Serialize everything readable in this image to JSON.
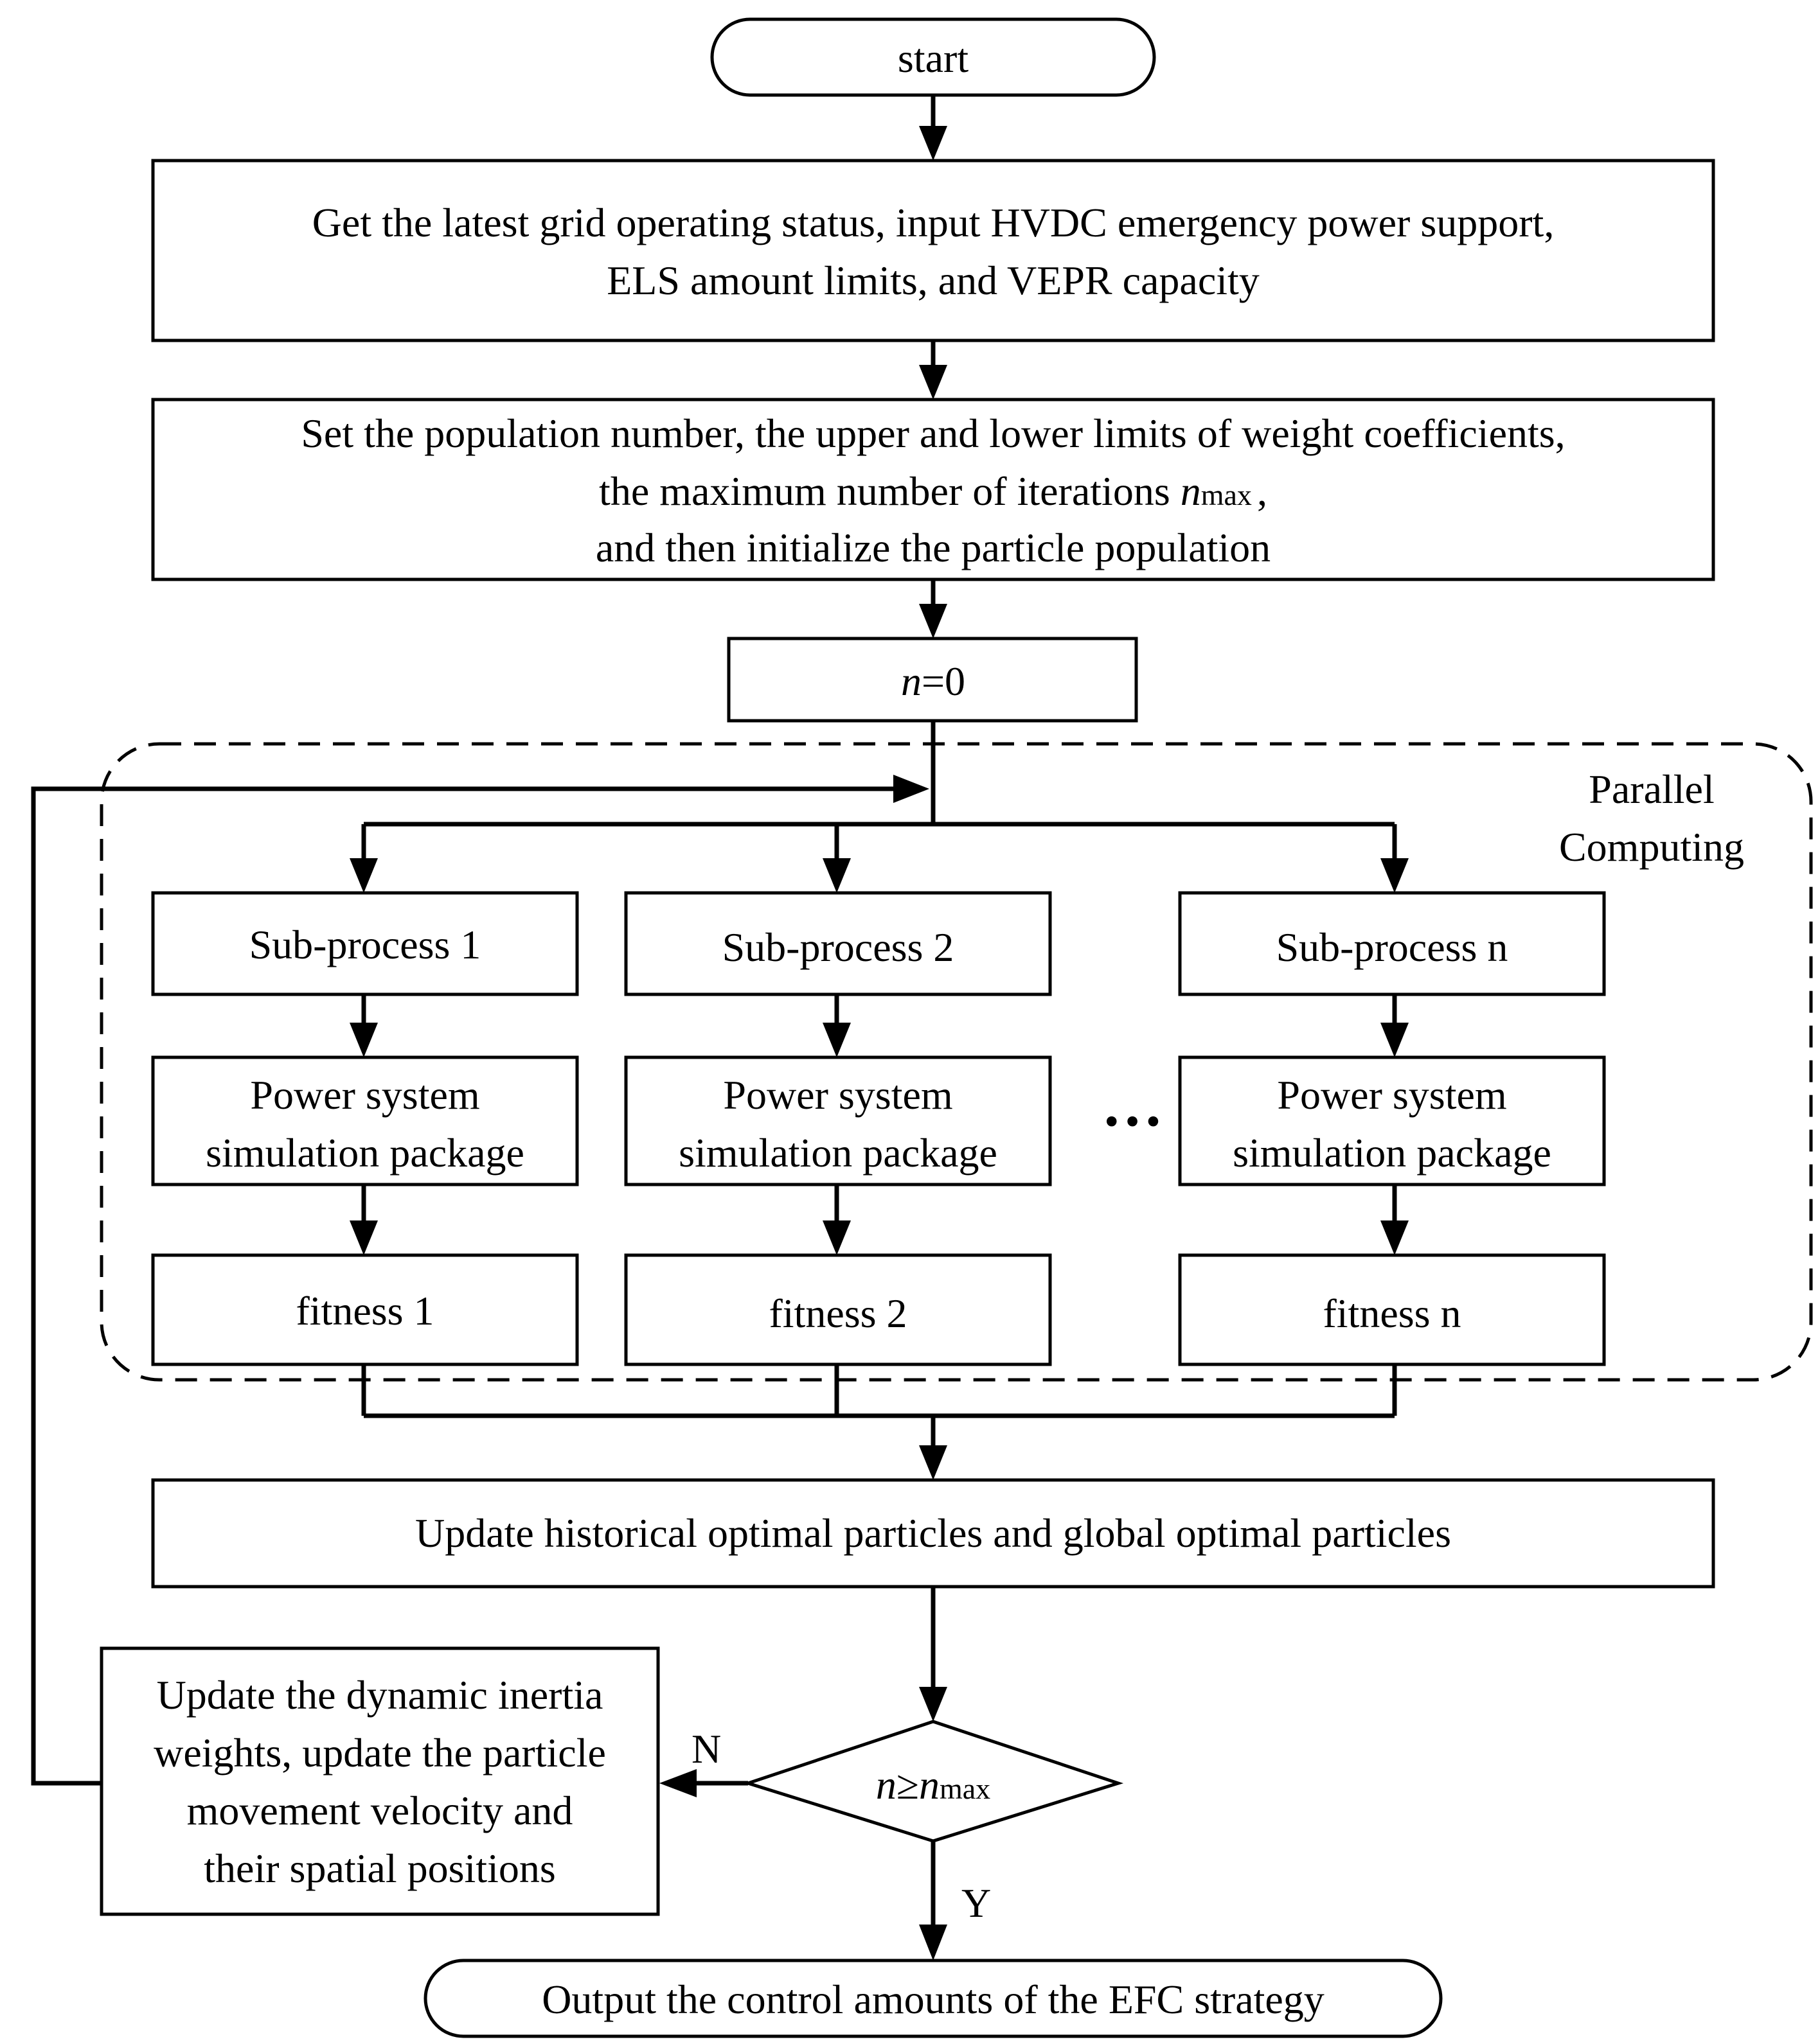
{
  "start": "start",
  "step_get_status": {
    "line1": "Get the latest grid operating status, input HVDC emergency power support,",
    "line2": "ELS amount limits, and VEPR capacity"
  },
  "step_set_params": {
    "line1": "Set the population number, the upper and lower limits of weight coefficients,",
    "line2_prefix": "the maximum number of iterations",
    "n_var": "n",
    "max_sub": "max",
    "line2_suffix": ",",
    "line3": "and then initialize the particle population"
  },
  "init_counter": {
    "n_var": "n",
    "rest": "=0"
  },
  "parallel_region": {
    "line1": "Parallel",
    "line2": "Computing"
  },
  "columns": [
    {
      "subprocess": "Sub-process 1",
      "sim_line1": "Power system",
      "sim_line2": "simulation package",
      "fitness": "fitness 1"
    },
    {
      "subprocess": "Sub-process 2",
      "sim_line1": "Power system",
      "sim_line2": "simulation package",
      "fitness": "fitness 2"
    },
    {
      "subprocess": "Sub-process n",
      "sim_line1": "Power system",
      "sim_line2": "simulation package",
      "fitness": "fitness n"
    }
  ],
  "ellipsis": "…",
  "step_update_optimal": "Update historical optimal particles and global optimal particles",
  "decision": {
    "n_var": "n",
    "op": "≥",
    "max_sub": "max"
  },
  "branch_no": "N",
  "branch_yes": "Y",
  "step_update_inertia": {
    "line1": "Update the dynamic inertia",
    "line2": "weights, update the particle",
    "line3": "movement velocity and",
    "line4": "their spatial positions"
  },
  "end": "Output the control amounts of the EFC strategy"
}
